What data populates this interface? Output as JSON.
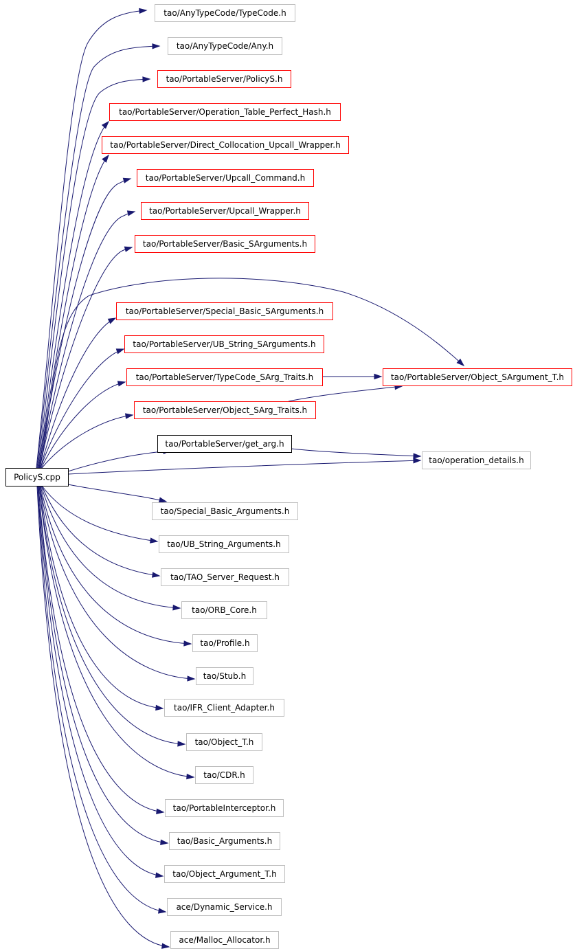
{
  "graph": {
    "root": "PolicyS.cpp",
    "colors": {
      "edge": "#191970",
      "root_fill": "#bfbfbf",
      "root_border": "#000000",
      "documented_border": "#ff0000",
      "undocumented_border": "#bfbfbf",
      "linked_border": "#000000"
    },
    "nodes": [
      {
        "label": "PolicyS.cpp",
        "kind": "root"
      },
      {
        "label": "tao/AnyTypeCode/TypeCode.h",
        "kind": "undocumented"
      },
      {
        "label": "tao/AnyTypeCode/Any.h",
        "kind": "undocumented"
      },
      {
        "label": "tao/PortableServer/PolicyS.h",
        "kind": "documented"
      },
      {
        "label": "tao/PortableServer/Operation_Table_Perfect_Hash.h",
        "kind": "documented"
      },
      {
        "label": "tao/PortableServer/Direct_Collocation_Upcall_Wrapper.h",
        "kind": "documented"
      },
      {
        "label": "tao/PortableServer/Upcall_Command.h",
        "kind": "documented"
      },
      {
        "label": "tao/PortableServer/Upcall_Wrapper.h",
        "kind": "documented"
      },
      {
        "label": "tao/PortableServer/Basic_SArguments.h",
        "kind": "documented"
      },
      {
        "label": "tao/PortableServer/Special_Basic_SArguments.h",
        "kind": "documented"
      },
      {
        "label": "tao/PortableServer/UB_String_SArguments.h",
        "kind": "documented"
      },
      {
        "label": "tao/PortableServer/TypeCode_SArg_Traits.h",
        "kind": "documented"
      },
      {
        "label": "tao/PortableServer/Object_SArg_Traits.h",
        "kind": "documented"
      },
      {
        "label": "tao/PortableServer/Object_SArgument_T.h",
        "kind": "documented"
      },
      {
        "label": "tao/PortableServer/get_arg.h",
        "kind": "linked"
      },
      {
        "label": "tao/operation_details.h",
        "kind": "undocumented"
      },
      {
        "label": "tao/Special_Basic_Arguments.h",
        "kind": "undocumented"
      },
      {
        "label": "tao/UB_String_Arguments.h",
        "kind": "undocumented"
      },
      {
        "label": "tao/TAO_Server_Request.h",
        "kind": "undocumented"
      },
      {
        "label": "tao/ORB_Core.h",
        "kind": "undocumented"
      },
      {
        "label": "tao/Profile.h",
        "kind": "undocumented"
      },
      {
        "label": "tao/Stub.h",
        "kind": "undocumented"
      },
      {
        "label": "tao/IFR_Client_Adapter.h",
        "kind": "undocumented"
      },
      {
        "label": "tao/Object_T.h",
        "kind": "undocumented"
      },
      {
        "label": "tao/CDR.h",
        "kind": "undocumented"
      },
      {
        "label": "tao/PortableInterceptor.h",
        "kind": "undocumented"
      },
      {
        "label": "tao/Basic_Arguments.h",
        "kind": "undocumented"
      },
      {
        "label": "tao/Object_Argument_T.h",
        "kind": "undocumented"
      },
      {
        "label": "ace/Dynamic_Service.h",
        "kind": "undocumented"
      },
      {
        "label": "ace/Malloc_Allocator.h",
        "kind": "undocumented"
      }
    ],
    "edges": [
      {
        "from": 0,
        "to": 1
      },
      {
        "from": 0,
        "to": 2
      },
      {
        "from": 0,
        "to": 3
      },
      {
        "from": 0,
        "to": 4
      },
      {
        "from": 0,
        "to": 5
      },
      {
        "from": 0,
        "to": 6
      },
      {
        "from": 0,
        "to": 7
      },
      {
        "from": 0,
        "to": 8
      },
      {
        "from": 0,
        "to": 13
      },
      {
        "from": 0,
        "to": 9
      },
      {
        "from": 0,
        "to": 10
      },
      {
        "from": 0,
        "to": 11
      },
      {
        "from": 0,
        "to": 12
      },
      {
        "from": 0,
        "to": 14
      },
      {
        "from": 0,
        "to": 15
      },
      {
        "from": 11,
        "to": 13
      },
      {
        "from": 12,
        "to": 13
      },
      {
        "from": 14,
        "to": 15
      },
      {
        "from": 0,
        "to": 16
      },
      {
        "from": 0,
        "to": 17
      },
      {
        "from": 0,
        "to": 18
      },
      {
        "from": 0,
        "to": 19
      },
      {
        "from": 0,
        "to": 20
      },
      {
        "from": 0,
        "to": 21
      },
      {
        "from": 0,
        "to": 22
      },
      {
        "from": 0,
        "to": 23
      },
      {
        "from": 0,
        "to": 24
      },
      {
        "from": 0,
        "to": 25
      },
      {
        "from": 0,
        "to": 26
      },
      {
        "from": 0,
        "to": 27
      },
      {
        "from": 0,
        "to": 28
      },
      {
        "from": 0,
        "to": 29
      }
    ]
  }
}
